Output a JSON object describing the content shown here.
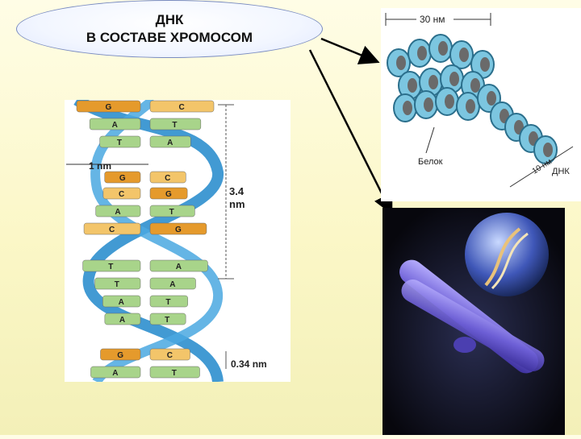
{
  "title": {
    "line1": "ДНК",
    "line2": "В СОСТАВЕ ХРОМОСОМ"
  },
  "dna_figure": {
    "width_label": "1 nm",
    "turn_label_1": "3.4",
    "turn_label_2": "nm",
    "step_label": "0.34 nm",
    "pairs": [
      [
        "G",
        "C"
      ],
      [
        "A",
        "T"
      ],
      [
        "T",
        "A"
      ],
      [
        "G",
        "C"
      ],
      [
        "C",
        "G"
      ],
      [
        "A",
        "T"
      ],
      [
        "C",
        "G"
      ],
      [
        "T",
        "A"
      ],
      [
        "T",
        "A"
      ],
      [
        "A",
        "T"
      ],
      [
        "A",
        "T"
      ],
      [
        "G",
        "C"
      ],
      [
        "A",
        "T"
      ]
    ],
    "colors": {
      "backbone": "#2e8fce",
      "base_A": "#a8d48a",
      "base_T": "#a8d48a",
      "base_G": "#e59a2c",
      "base_C": "#f3c56a"
    }
  },
  "nucleosome_figure": {
    "fiber_label": "30 нм",
    "protein_label": "Белок",
    "dna_label": "10 нм",
    "dna_label_2": "ДНК"
  },
  "chromosome_figure": {
    "colors": {
      "chromosome": "#7b6fd8",
      "background": "#0b0b12"
    }
  }
}
